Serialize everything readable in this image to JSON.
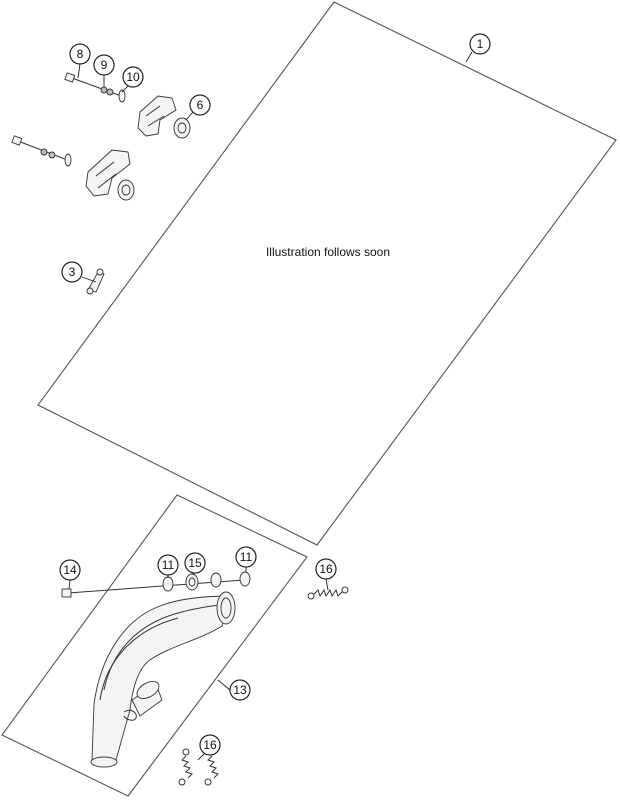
{
  "placeholder_text": "Illustration follows soon",
  "callouts": {
    "c1": "1",
    "c3": "3",
    "c6": "6",
    "c8": "8",
    "c9": "9",
    "c10": "10",
    "c11a": "11",
    "c11b": "11",
    "c13": "13",
    "c14": "14",
    "c15": "15",
    "c16a": "16",
    "c16b": "16"
  },
  "colors": {
    "line": "#333333",
    "frame": "#555555",
    "background": "#ffffff"
  }
}
